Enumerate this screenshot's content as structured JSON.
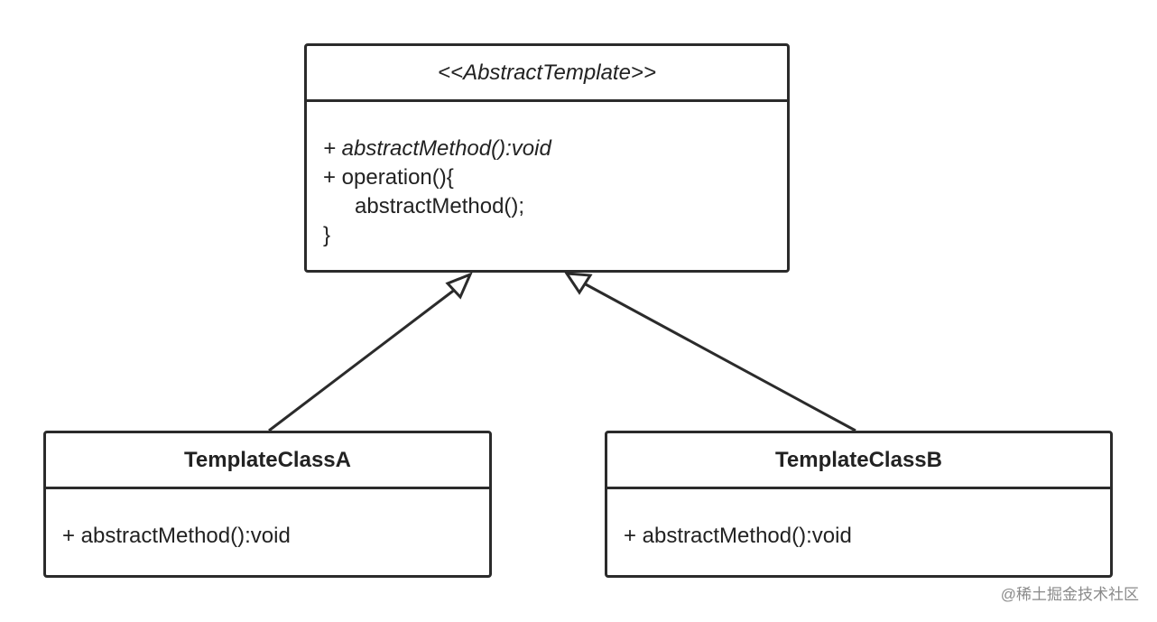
{
  "diagram": {
    "abstract_class": {
      "title": "<<AbstractTemplate>>",
      "members": [
        "+ abstractMethod():void",
        "+ operation(){",
        "abstractMethod();",
        "}"
      ]
    },
    "class_a": {
      "title": "TemplateClassA",
      "members": [
        "+ abstractMethod():void"
      ]
    },
    "class_b": {
      "title": "TemplateClassB",
      "members": [
        "+ abstractMethod():void"
      ]
    },
    "relations": [
      {
        "from": "class_a",
        "to": "abstract_class",
        "type": "generalization"
      },
      {
        "from": "class_b",
        "to": "abstract_class",
        "type": "generalization"
      }
    ]
  },
  "watermark": "@稀土掘金技术社区",
  "colors": {
    "stroke": "#2b2b2b",
    "text": "#222222",
    "watermark": "#8a8a8a"
  }
}
